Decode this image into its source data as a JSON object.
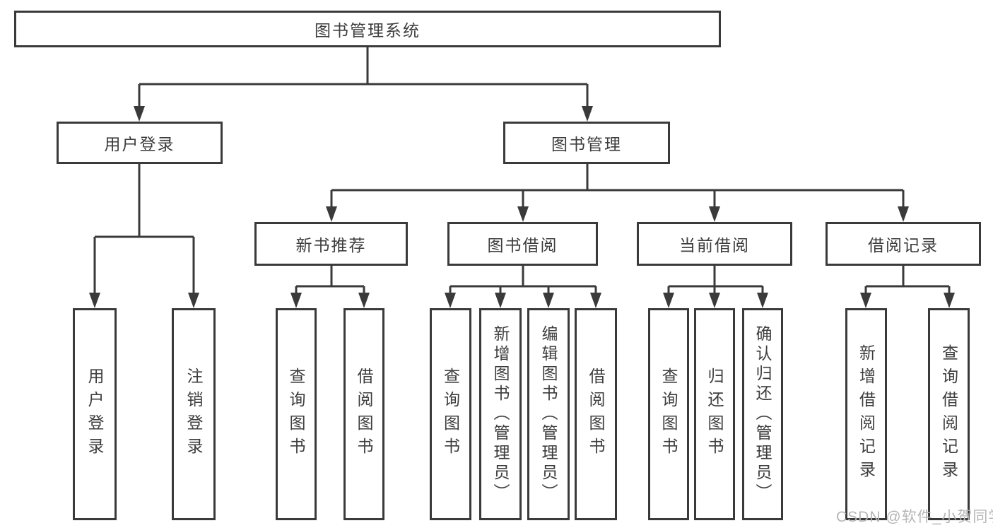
{
  "diagram": {
    "type": "hierarchy-tree",
    "colors": {
      "line": "#3a3a3a",
      "box_border": "#3a3a3a",
      "text": "#3d3d3d",
      "background": "#ffffff",
      "watermark": "#b6b6b6"
    },
    "root": {
      "label": "图书管理系统",
      "children": [
        {
          "label": "用户登录",
          "children": [
            {
              "label": "用户登录"
            },
            {
              "label": "注销登录"
            }
          ]
        },
        {
          "label": "图书管理",
          "children": [
            {
              "label": "新书推荐",
              "children": [
                {
                  "label": "查询图书"
                },
                {
                  "label": "借阅图书"
                }
              ]
            },
            {
              "label": "图书借阅",
              "children": [
                {
                  "label": "查询图书"
                },
                {
                  "label": "新增图书（管理员）"
                },
                {
                  "label": "编辑图书（管理员）"
                },
                {
                  "label": "借阅图书"
                }
              ]
            },
            {
              "label": "当前借阅",
              "children": [
                {
                  "label": "查询图书"
                },
                {
                  "label": "归还图书"
                },
                {
                  "label": "确认归还（管理员）"
                }
              ]
            },
            {
              "label": "借阅记录",
              "children": [
                {
                  "label": "新增借阅记录"
                },
                {
                  "label": "查询借阅记录"
                }
              ]
            }
          ]
        }
      ]
    }
  },
  "watermark": {
    "text": "CSDN @软件_小贺同学"
  }
}
